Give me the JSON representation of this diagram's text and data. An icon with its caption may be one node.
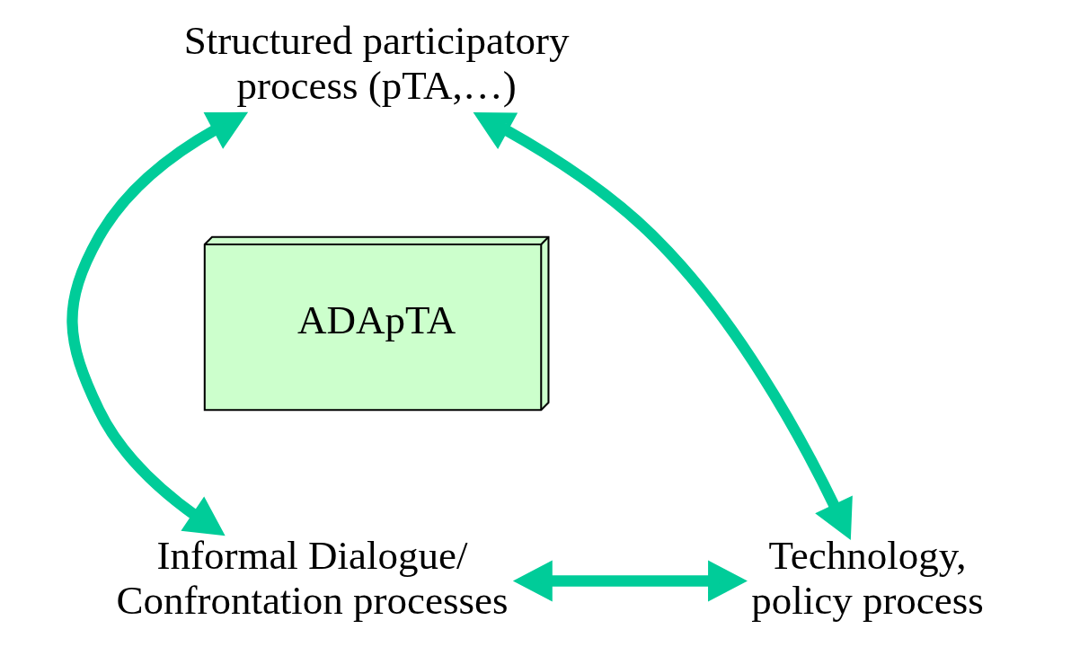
{
  "diagram": {
    "nodes": [
      {
        "text": [
          "Structured participatory process (pTA,…)"
        ]
      },
      {
        "text": [
          "Informal Dialogue/ Confrontation processes"
        ]
      },
      {
        "text": [
          "Technology, policy process"
        ]
      },
      {
        "text": [
          "ADApTA"
        ]
      }
    ],
    "edges": [
      {
        "from": 0,
        "to": 1,
        "arrow": "both"
      },
      {
        "from": 0,
        "to": 2,
        "arrow": "both"
      },
      {
        "from": 1,
        "to": 2,
        "arrow": "both"
      }
    ]
  }
}
